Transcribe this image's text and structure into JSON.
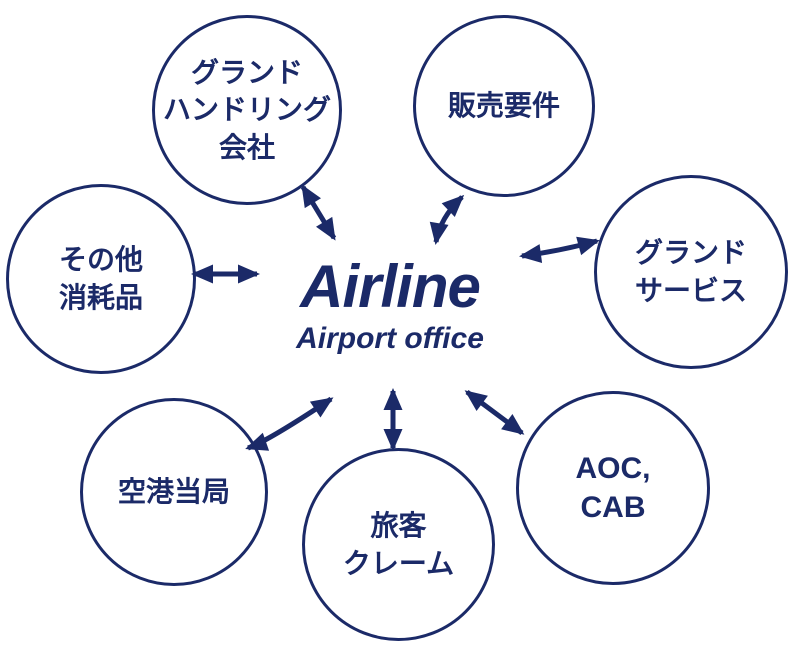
{
  "diagram": {
    "center": {
      "title": "Airline",
      "subtitle": "Airport office"
    },
    "nodes": [
      {
        "id": "ground-handling-company",
        "label": "グランド\nハンドリング\n会社"
      },
      {
        "id": "sales-requirements",
        "label": "販売要件"
      },
      {
        "id": "ground-service",
        "label": "グランド\nサービス"
      },
      {
        "id": "aoc-cab",
        "label": "AOC,\nCAB"
      },
      {
        "id": "passenger-claims",
        "label": "旅客\nクレーム"
      },
      {
        "id": "airport-authority",
        "label": "空港当局"
      },
      {
        "id": "other-consumables",
        "label": "その他\n消耗品"
      }
    ],
    "connections": [
      {
        "from": "airport-office",
        "to": "ground-handling-company",
        "type": "double-arrow"
      },
      {
        "from": "airport-office",
        "to": "sales-requirements",
        "type": "double-arrow"
      },
      {
        "from": "airport-office",
        "to": "ground-service",
        "type": "double-arrow"
      },
      {
        "from": "airport-office",
        "to": "aoc-cab",
        "type": "double-arrow"
      },
      {
        "from": "airport-office",
        "to": "passenger-claims",
        "type": "double-arrow"
      },
      {
        "from": "airport-office",
        "to": "airport-authority",
        "type": "double-arrow"
      },
      {
        "from": "airport-office",
        "to": "other-consumables",
        "type": "double-arrow"
      }
    ],
    "colors": {
      "line": "#1b2a68",
      "background": "#ffffff"
    }
  }
}
